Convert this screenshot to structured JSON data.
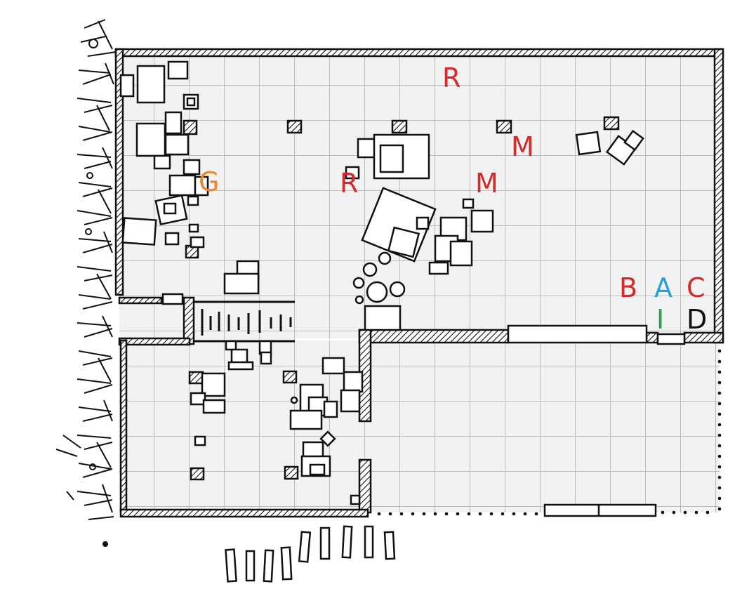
{
  "map": {
    "markers": [
      {
        "id": "marker-r-1",
        "text": "R",
        "color": "#d42a2a"
      },
      {
        "id": "marker-r-2",
        "text": "R",
        "color": "#d42a2a"
      },
      {
        "id": "marker-m-1",
        "text": "M",
        "color": "#d42a2a"
      },
      {
        "id": "marker-m-2",
        "text": "M",
        "color": "#d42a2a"
      },
      {
        "id": "marker-g",
        "text": "G",
        "color": "#f0852d"
      },
      {
        "id": "marker-b",
        "text": "B",
        "color": "#d42a2a"
      },
      {
        "id": "marker-a",
        "text": "A",
        "color": "#2a9fd6"
      },
      {
        "id": "marker-c",
        "text": "C",
        "color": "#d42a2a"
      },
      {
        "id": "marker-i",
        "text": "I",
        "color": "#2ca05a"
      },
      {
        "id": "marker-d",
        "text": "D",
        "color": "#111111"
      }
    ],
    "colors": {
      "ink": "#111111",
      "grid": "#bdbdbd",
      "floor": "#f2f2f2",
      "paper": "#ffffff"
    }
  }
}
